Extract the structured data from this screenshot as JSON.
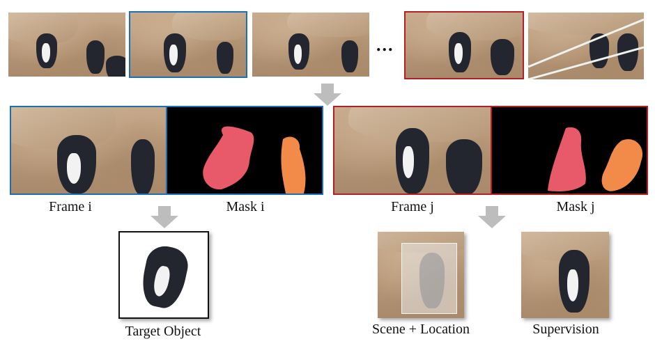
{
  "ellipsis": "...",
  "labels": {
    "frame_i": "Frame i",
    "mask_i": "Mask i",
    "frame_j": "Frame j",
    "mask_j": "Mask j",
    "target_object": "Target Object",
    "scene_location": "Scene + Location",
    "supervision": "Supervision"
  },
  "colors": {
    "frame_i_border": "#1c6fb5",
    "frame_j_border": "#b41e24",
    "mask_object_1": "#e8596a",
    "mask_object_2": "#f28a4a",
    "arrow": "#bdbdbd"
  }
}
